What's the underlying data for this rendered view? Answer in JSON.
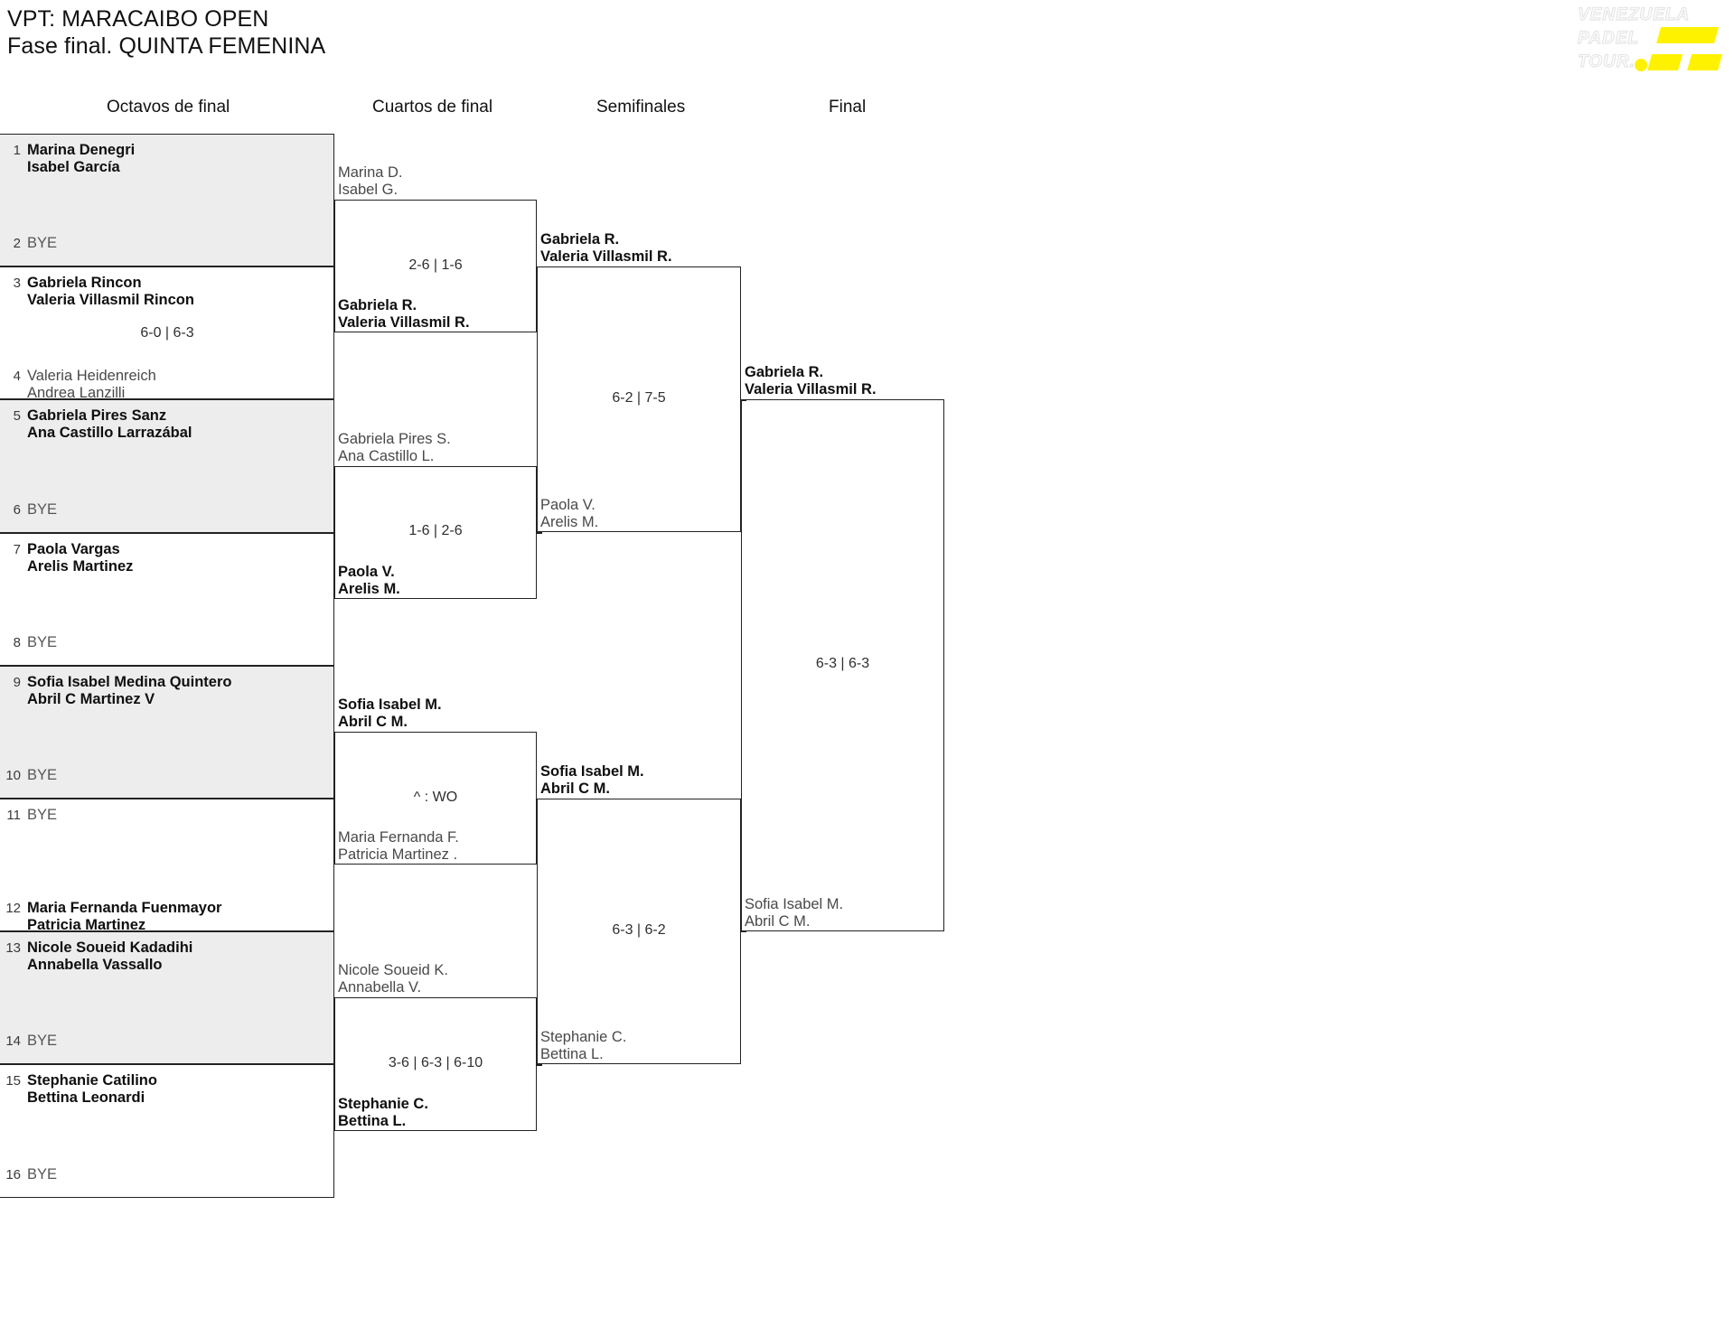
{
  "header": {
    "title_line1": "VPT: MARACAIBO OPEN",
    "title_line2": "Fase final. QUINTA FEMENINA",
    "logo": {
      "line1": "VENEZUELA",
      "line2": "PADEL",
      "line3": "TOUR.",
      "accent_color": "#FFF200"
    }
  },
  "rounds": [
    {
      "label": "Octavos de final"
    },
    {
      "label": "Cuartos de final"
    },
    {
      "label": "Semifinales"
    },
    {
      "label": "Final"
    }
  ],
  "round1": {
    "matches": [
      {
        "score": "",
        "top": {
          "seed": "1",
          "players": [
            "Marina Denegri",
            "Isabel García"
          ],
          "status": "winner"
        },
        "bottom": {
          "seed": "2",
          "players": [
            "BYE"
          ],
          "status": "bye"
        }
      },
      {
        "score": "6-0 | 6-3",
        "top": {
          "seed": "3",
          "players": [
            "Gabriela Rincon",
            "Valeria Villasmil Rincon"
          ],
          "status": "winner"
        },
        "bottom": {
          "seed": "4",
          "players": [
            "Valeria Heidenreich",
            "Andrea Lanzilli"
          ],
          "status": "loser"
        }
      },
      {
        "score": "",
        "top": {
          "seed": "5",
          "players": [
            "Gabriela Pires Sanz",
            "Ana Castillo Larrazábal"
          ],
          "status": "winner"
        },
        "bottom": {
          "seed": "6",
          "players": [
            "BYE"
          ],
          "status": "bye"
        }
      },
      {
        "score": "",
        "top": {
          "seed": "7",
          "players": [
            "Paola Vargas",
            "Arelis Martinez"
          ],
          "status": "winner"
        },
        "bottom": {
          "seed": "8",
          "players": [
            "BYE"
          ],
          "status": "bye"
        }
      },
      {
        "score": "",
        "top": {
          "seed": "9",
          "players": [
            "Sofia Isabel Medina Quintero",
            "Abril C Martinez V"
          ],
          "status": "winner"
        },
        "bottom": {
          "seed": "10",
          "players": [
            "BYE"
          ],
          "status": "bye"
        }
      },
      {
        "score": "",
        "top": {
          "seed": "11",
          "players": [
            "BYE"
          ],
          "status": "bye"
        },
        "bottom": {
          "seed": "12",
          "players": [
            "Maria Fernanda Fuenmayor",
            "Patricia Martinez"
          ],
          "status": "winner"
        }
      },
      {
        "score": "",
        "top": {
          "seed": "13",
          "players": [
            "Nicole Soueid Kadadihi",
            "Annabella Vassallo"
          ],
          "status": "winner"
        },
        "bottom": {
          "seed": "14",
          "players": [
            "BYE"
          ],
          "status": "bye"
        }
      },
      {
        "score": "",
        "top": {
          "seed": "15",
          "players": [
            "Stephanie Catilino",
            "Bettina Leonardi"
          ],
          "status": "winner"
        },
        "bottom": {
          "seed": "16",
          "players": [
            "BYE"
          ],
          "status": "bye"
        }
      }
    ]
  },
  "round2": {
    "matches": [
      {
        "score": "2-6 | 1-6",
        "top": {
          "players": [
            "Marina D.",
            "Isabel G."
          ],
          "status": "loser"
        },
        "bottom": {
          "players": [
            "Gabriela R.",
            "Valeria Villasmil R."
          ],
          "status": "winner"
        }
      },
      {
        "score": "1-6 | 2-6",
        "top": {
          "players": [
            "Gabriela Pires S.",
            "Ana Castillo L."
          ],
          "status": "loser"
        },
        "bottom": {
          "players": [
            "Paola V.",
            "Arelis M."
          ],
          "status": "winner"
        }
      },
      {
        "score": "^ : WO",
        "top": {
          "players": [
            "Sofia Isabel M.",
            "Abril C M."
          ],
          "status": "winner"
        },
        "bottom": {
          "players": [
            "Maria Fernanda F.",
            "Patricia Martinez ."
          ],
          "status": "loser"
        }
      },
      {
        "score": "3-6 | 6-3 | 6-10",
        "top": {
          "players": [
            "Nicole Soueid K.",
            "Annabella V."
          ],
          "status": "loser"
        },
        "bottom": {
          "players": [
            "Stephanie C.",
            "Bettina L."
          ],
          "status": "winner"
        }
      }
    ]
  },
  "round3": {
    "matches": [
      {
        "score": "6-2 | 7-5",
        "top": {
          "players": [
            "Gabriela R.",
            "Valeria Villasmil R."
          ],
          "status": "winner"
        },
        "bottom": {
          "players": [
            "Paola V.",
            "Arelis M."
          ],
          "status": "loser"
        }
      },
      {
        "score": "6-3 | 6-2",
        "top": {
          "players": [
            "Sofia Isabel M.",
            "Abril C M."
          ],
          "status": "winner"
        },
        "bottom": {
          "players": [
            "Stephanie C.",
            "Bettina L."
          ],
          "status": "loser"
        }
      }
    ]
  },
  "round4": {
    "matches": [
      {
        "score": "6-3 | 6-3",
        "top": {
          "players": [
            "Gabriela R.",
            "Valeria Villasmil R."
          ],
          "status": "winner"
        },
        "bottom": {
          "players": [
            "Sofia Isabel M.",
            "Abril C M."
          ],
          "status": "loser"
        }
      }
    ]
  }
}
